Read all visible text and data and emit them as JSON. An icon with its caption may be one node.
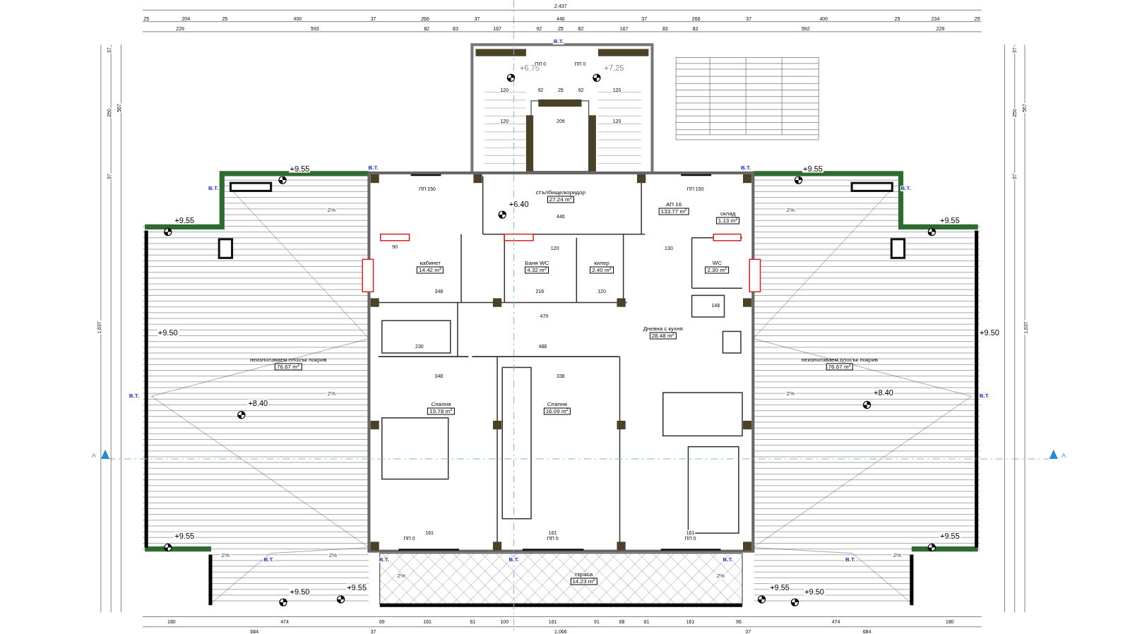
{
  "diagram": {
    "nodes": [
      {
        "text": [
          "стълбище/коридор",
          "27.24 m$^{2}$"
        ]
      },
      {
        "text": [
          "АП 16",
          "133.77 m$^{2}$"
        ]
      },
      {
        "text": [
          "кабинет",
          "14.42 m$^{2}$"
        ]
      },
      {
        "text": [
          "Баня WC",
          "4.32 m$^{2}$"
        ]
      },
      {
        "text": [
          "килер",
          "2.40 m$^{2}$"
        ]
      },
      {
        "text": [
          "склад",
          "1.13 m$^{2}$"
        ]
      },
      {
        "text": [
          "WC",
          "2.30 m$^{2}$"
        ]
      },
      {
        "text": [
          "Дневна с кухня",
          "28.48 m$^{2}$"
        ]
      },
      {
        "text": [
          "неизползваем плосък покрив",
          "76.67 m$^{2}$"
        ]
      },
      {
        "text": [
          "Спалня",
          "15.78 m$^{2}$"
        ]
      },
      {
        "text": [
          "Спалня",
          "16.09 m$^{2}$"
        ]
      },
      {
        "text": [
          "неизползваем плосък покрив",
          "76.67 m$^{2}$"
        ]
      },
      {
        "text": [
          "тераса",
          "14.23 m$^{2}$"
        ]
      }
    ],
    "edges": [],
    "labels": [
      "2,437",
      "25",
      "204",
      "25",
      "400",
      "37",
      "266",
      "37",
      "446",
      "37",
      "266",
      "37",
      "400",
      "25",
      "234",
      "25",
      "229",
      "593",
      "82",
      "83",
      "167",
      "92",
      "25",
      "82",
      "167",
      "83",
      "82",
      "592",
      "229",
      "В.Т.",
      "+6.75",
      "ПП 0",
      "ПП 0",
      "+7.25",
      "120",
      "92",
      "25",
      "92",
      "120",
      "120",
      "209",
      "120",
      "+9.55",
      "В.Т.",
      "В.Т.",
      "+9.55",
      "В.Т.",
      "ПП 150",
      "ПП 150",
      "В.Т.",
      "+6.40",
      "2%",
      "2%",
      "446",
      "+9.55",
      "+9.55",
      "90",
      "120",
      "130",
      "348",
      "216",
      "120",
      "148",
      "479",
      "+9.50",
      "+9.50",
      "230",
      "488",
      "348",
      "336",
      "В.Т.",
      "+8.40",
      "2%",
      "2%",
      "+8.40",
      "В.Т.",
      "А",
      "А",
      "161",
      "161",
      "161",
      "+9.55",
      "ПП 0",
      "ПП 0",
      "ПП 0",
      "+9.55",
      "2%",
      "В.Т.",
      "2%",
      "В.Т.",
      "В.Т.",
      "В.Т.",
      "В.Т.",
      "2%",
      "2%",
      "2%",
      "+9.50",
      "+9.55",
      "+9.55",
      "+9.50",
      "180",
      "474",
      "69",
      "161",
      "61",
      "100",
      "161",
      "91",
      "68",
      "61",
      "161",
      "96",
      "474",
      "180",
      "684",
      "37",
      "1,066",
      "37",
      "684",
      "37",
      "250",
      "37",
      "567",
      "1,637",
      "37",
      "250",
      "37",
      "567",
      "1,637"
    ]
  }
}
